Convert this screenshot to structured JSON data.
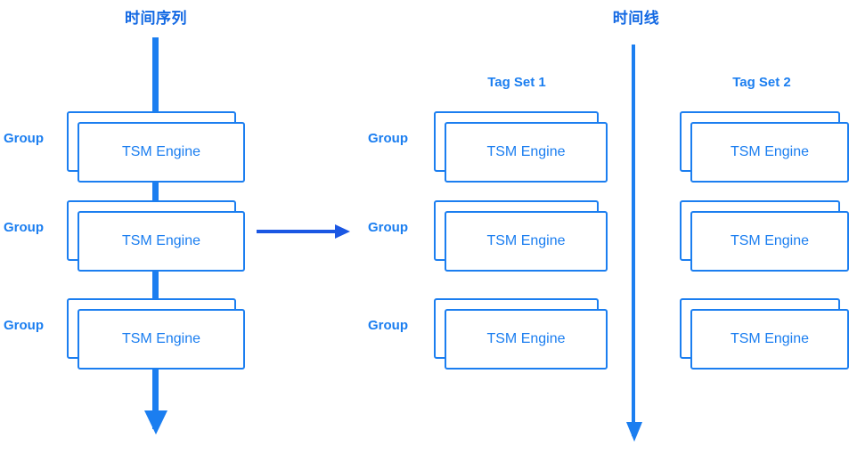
{
  "diagram": {
    "title_left": "时间序列",
    "title_right": "时间线",
    "engine_label": "TSM Engine",
    "group_label": "Group",
    "tagset1_label": "Tag Set 1",
    "tagset2_label": "Tag Set 2",
    "colors": {
      "accent": "#1b7ef0",
      "header_text": "#1268e3",
      "card_fill": "#ffffff",
      "background": "#ffffff"
    },
    "columns": [
      {
        "id": "column-left",
        "header": "时间序列",
        "row_label": "Group",
        "cards": [
          {
            "label": "TSM Engine"
          },
          {
            "label": "TSM Engine"
          },
          {
            "label": "TSM Engine"
          }
        ]
      },
      {
        "id": "column-tagset1",
        "header": "Tag Set 1",
        "row_label": "Group",
        "cards": [
          {
            "label": "TSM Engine"
          },
          {
            "label": "TSM Engine"
          },
          {
            "label": "TSM Engine"
          }
        ]
      },
      {
        "id": "column-tagset2",
        "header": "Tag Set 2",
        "row_label": "",
        "cards": [
          {
            "label": "TSM Engine"
          },
          {
            "label": "TSM Engine"
          },
          {
            "label": "TSM Engine"
          }
        ]
      }
    ],
    "arrows": [
      {
        "id": "arrow-left-vertical",
        "direction": "down"
      },
      {
        "id": "arrow-transform-horizontal",
        "direction": "right"
      },
      {
        "id": "arrow-right-vertical",
        "direction": "down"
      }
    ]
  }
}
